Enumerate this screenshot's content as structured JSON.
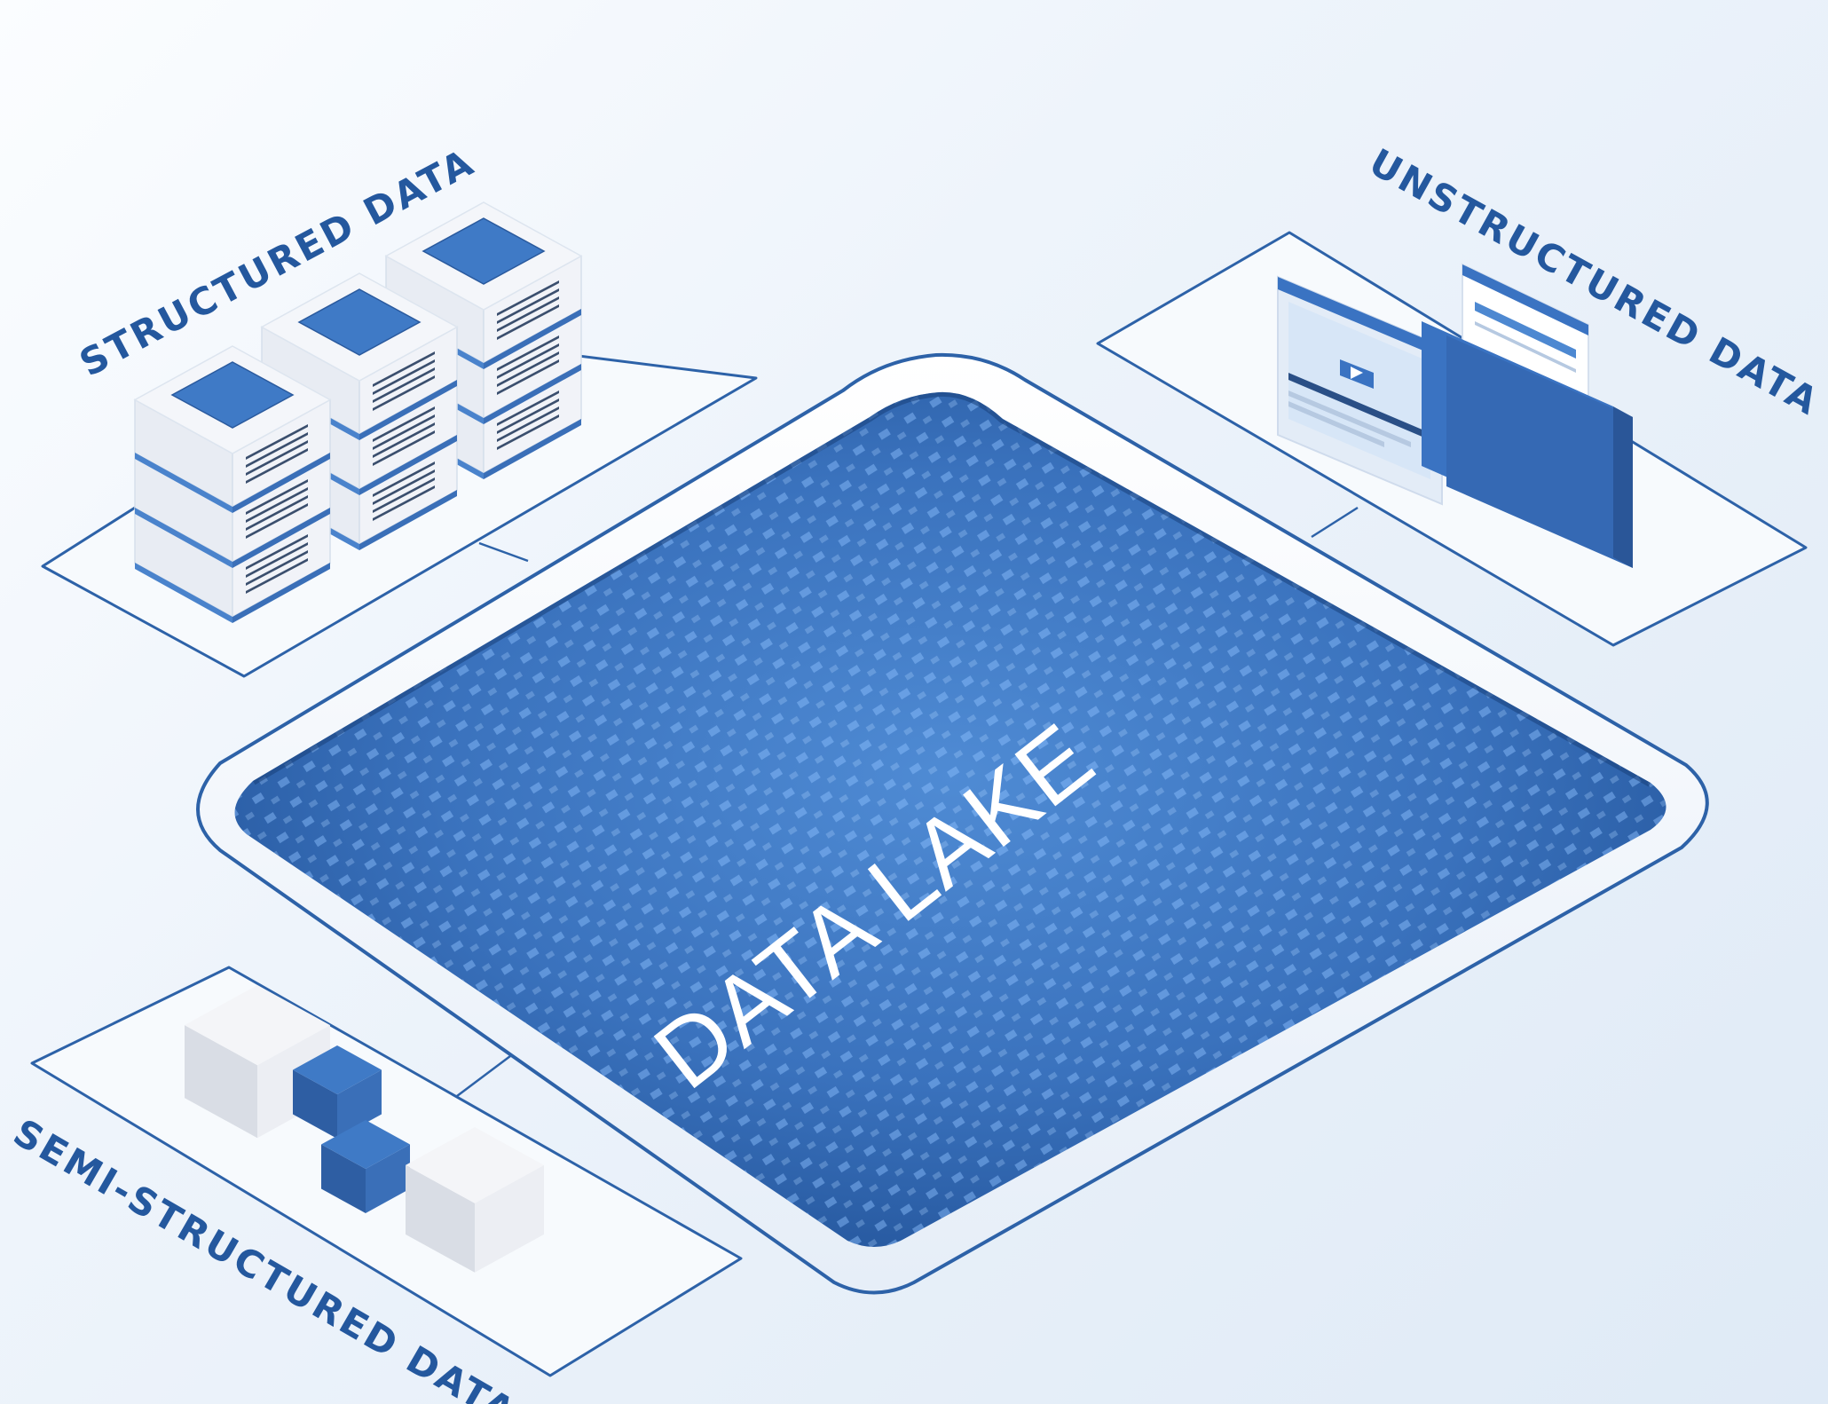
{
  "labels": {
    "structured": "STRUCTURED DATA",
    "unstructured": "UNSTRUCTURED DATA",
    "semi_structured": "SEMI-STRUCTURED DATA",
    "center": "DATA LAKE"
  },
  "icons": {
    "structured": "server-stack-icon",
    "unstructured": "video-window-icon",
    "documents": "document-folder-icon",
    "semi_structured": "cube-blocks-icon"
  },
  "colors": {
    "lake_dark": "#1e4f94",
    "lake_light": "#4d88d1",
    "accent": "#3a73c2",
    "outline": "#24589e",
    "box_light": "#f3f5f9",
    "background": "#eef4fb"
  }
}
